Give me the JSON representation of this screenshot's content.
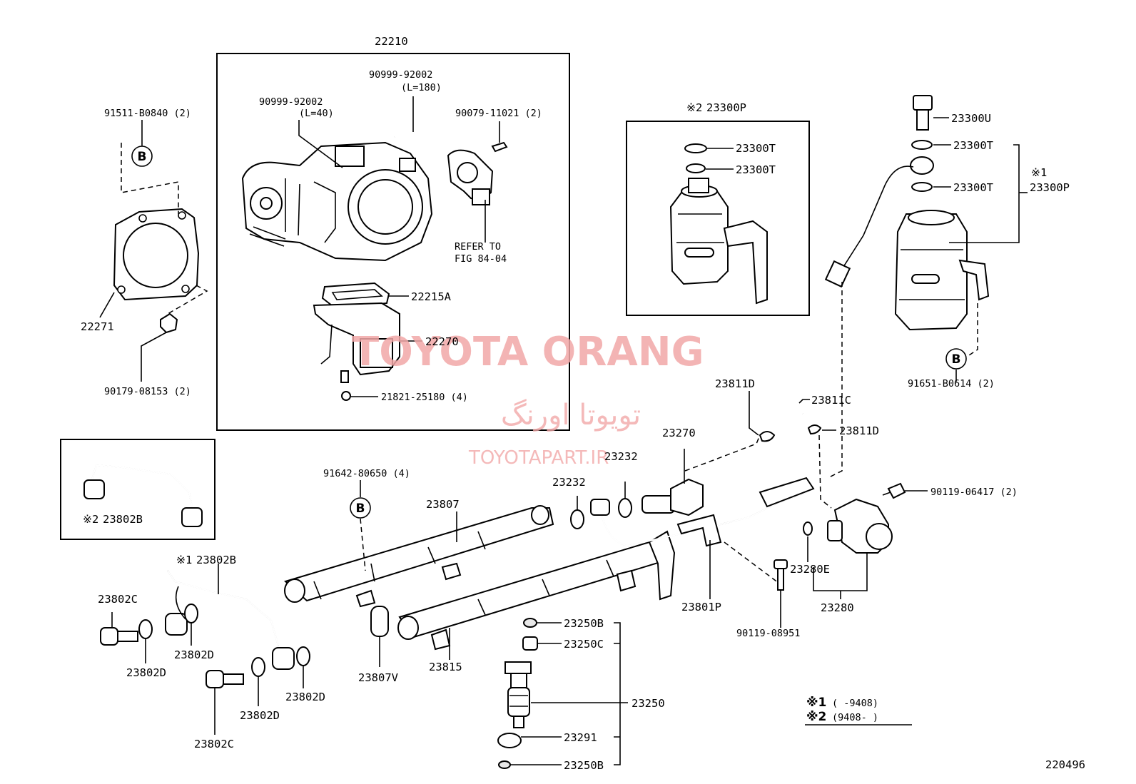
{
  "group_box_label": "22210",
  "parts": {
    "tb_hose_long": "90999-92002",
    "tb_hose_long_len": "(L=180)",
    "tb_hose_short": "90999-92002",
    "tb_hose_short_len": "(L=40)",
    "tb_sensor_screw": "90079-11021 (2)",
    "refer_to_1": "REFER TO",
    "refer_to_2": "FIG 84-04",
    "iacv_gasket": "22215A",
    "iacv": "22270",
    "iacv_bolt": "21821-25180 (4)",
    "gasket_bolt": "91511-B0840 (2)",
    "gasket": "22271",
    "gasket_nut": "90179-08153 (2)",
    "filter_set_note": "※2",
    "filter_set": "23300P",
    "filter_washer_a": "23300T",
    "filter_washer_b": "23300T",
    "union_bolt": "23300U",
    "r_washer_a": "23300T",
    "r_washer_b": "23300T",
    "r_note": "※1",
    "r_filter_set": "23300P",
    "filter_bolt": "91651-B0614 (2)",
    "fuel_pipe_note2": "※2",
    "fuel_pipe_2": "23802B",
    "fuel_pipe_note1": "※1",
    "fuel_pipe_1": "23802B",
    "union_bolt_c1": "23802C",
    "gasket_d1": "23802D",
    "gasket_d2": "23802D",
    "gasket_d3": "23802D",
    "gasket_d4": "23802D",
    "union_bolt_c2": "23802C",
    "rail_bolt": "91642-80650 (4)",
    "delivery_pipe": "23807",
    "spacer": "23807V",
    "delivery_pipe_2": "23815",
    "injector_seal_top": "23250B",
    "injector_cushion": "23250C",
    "injector": "23250",
    "injector_insulator": "23291",
    "injector_seal_bottom": "23250B",
    "pulsation_gasket_a": "23232",
    "pulsation_gasket_b": "23232",
    "pulsation_damper": "23270",
    "hose_clip_left": "23811D",
    "hose": "23811C",
    "hose_clip_right": "23811D",
    "regulator_bolt": "90119-06417 (2)",
    "oring": "23280E",
    "regulator": "23280",
    "return_pipe": "23801P",
    "pipe_bolt": "90119-08951"
  },
  "markers": {
    "b1": "B",
    "b2": "B",
    "b3": "B"
  },
  "legend": {
    "row1_mark": "※1",
    "row1_range": "(      -9408)",
    "row2_mark": "※2",
    "row2_range": "(9408-      )"
  },
  "diagram_id": "220496",
  "watermark": {
    "brand": "TOYOTA ORANG",
    "brand_fa": "تویوتا اورنگ",
    "url": "TOYOTAPART.IR"
  }
}
